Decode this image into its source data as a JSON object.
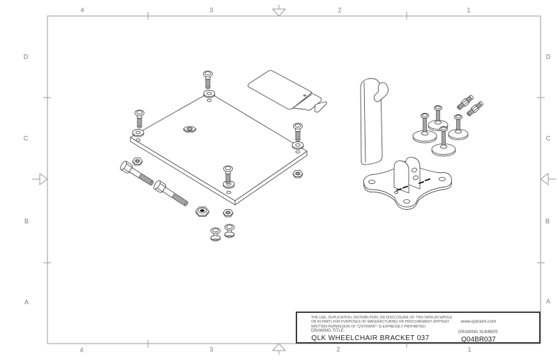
{
  "sheet": {
    "zone_columns": [
      "4",
      "3",
      "2",
      "1"
    ],
    "zone_rows": [
      "D",
      "C",
      "B",
      "A"
    ]
  },
  "title_block": {
    "legal_text": "THE USE, DUPLICATION, DISTRIBUTION, OR DISCLOSURE OF THIS DATA (IN WHOLE OR IN PART) FOR PURPOSES OF MANUFACTURING OR PROCUREMENT WITHOUT WRITTEN PERMISSION OF \"Q'STRAINT\" IS EXPRESSLY PROHIBITED.",
    "drawing_title_label": "DRAWING TITLE:",
    "drawing_title": "QLK WHEELCHAIR BRACKET 037",
    "website": "www.qstraint.com",
    "drawing_number_label": "DRAWING NUMBER:",
    "drawing_number": "Q04BR037"
  },
  "colors": {
    "line": "#4d4d4d",
    "frame": "#a3a3a3",
    "thread": "#b0b0b0",
    "tick": "#999999",
    "label": "#777777"
  }
}
